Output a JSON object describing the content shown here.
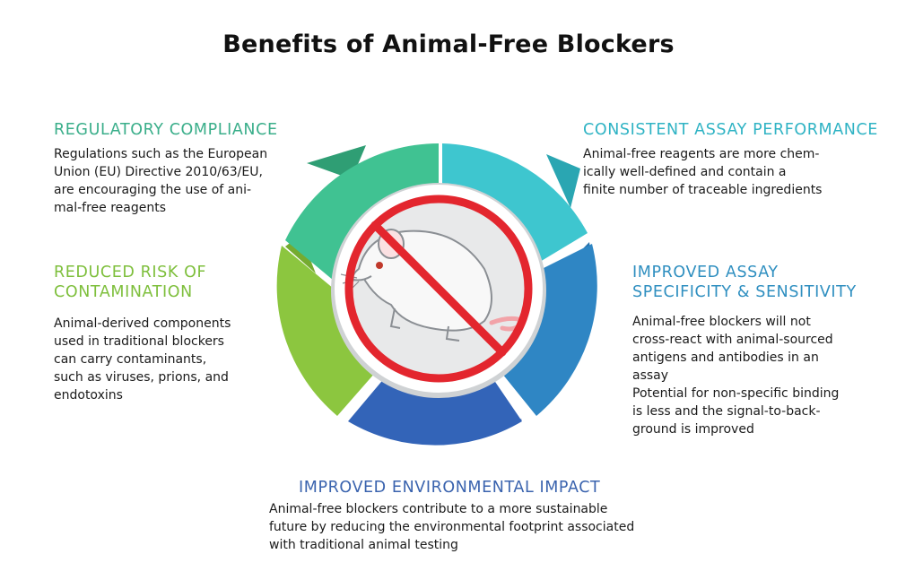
{
  "title": "Benefits of Animal-Free Blockers",
  "colors": {
    "teal_green": "#3fbf8f",
    "cyan": "#3ec6cf",
    "blue": "#2f86c4",
    "dark_blue": "#3364b8",
    "lime": "#8cc63f",
    "prohibit_red": "#e3262e"
  },
  "center_icon": "no-rat-prohibition-icon",
  "sections": {
    "regulatory": {
      "heading": "REGULATORY COMPLIANCE",
      "lines": [
        "Regulations such as the European",
        "Union (EU) Directive 2010/63/EU,",
        "are encouraging the use of ani-",
        "mal-free reagents"
      ]
    },
    "consistent": {
      "heading": "CONSISTENT ASSAY PERFORMANCE",
      "lines": [
        "Animal-free reagents are more chem-",
        "ically well-defined and contain a",
        "finite number of traceable ingredients"
      ]
    },
    "risk": {
      "heading_lines": [
        "REDUCED RISK OF",
        "CONTAMINATION"
      ],
      "lines": [
        "Animal-derived components",
        "used in traditional blockers",
        "can carry contaminants,",
        "such as viruses, prions, and",
        "endotoxins"
      ]
    },
    "specificity": {
      "heading_lines": [
        "IMPROVED ASSAY",
        "SPECIFICITY & SENSITIVITY"
      ],
      "lines": [
        "Animal-free blockers will not",
        "cross-react with animal-sourced",
        "antigens and antibodies in an",
        "assay",
        "Potential for non-specific binding",
        "is less and the signal-to-back-",
        "ground is improved"
      ]
    },
    "environment": {
      "heading": "IMPROVED ENVIRONMENTAL IMPACT",
      "lines": [
        "Animal-free blockers contribute to a more sustainable",
        "future by reducing the environmental footprint associated",
        "with traditional animal testing"
      ]
    }
  }
}
